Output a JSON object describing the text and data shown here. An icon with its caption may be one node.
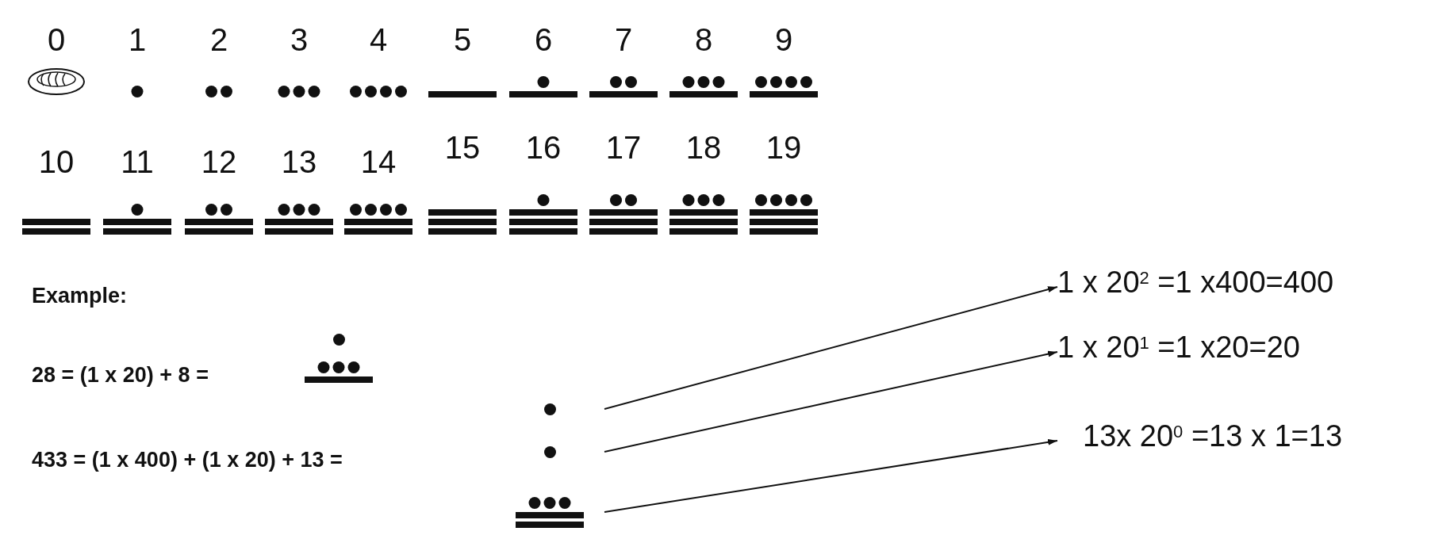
{
  "diagram": {
    "nodes": [
      {
        "text": [],
        "shape": "circle"
      },
      {
        "text": [],
        "shape": "circle"
      },
      {
        "text": [],
        "shape": "picture"
      },
      {
        "text": [
          "1 x 20$^{2}$ =1 x400=400"
        ]
      },
      {
        "text": [
          "1 x 20$^{1}$ =1 x20=20"
        ]
      },
      {
        "text": [
          "13x 20$^{0}$ =13 x 1=13"
        ]
      }
    ],
    "edges": [
      {
        "from": 0,
        "to": 3,
        "arrow": "to"
      },
      {
        "from": 1,
        "to": 4,
        "arrow": "to"
      },
      {
        "from": 2,
        "to": 5,
        "arrow": "to"
      }
    ],
    "labels": [
      "0",
      "1",
      "2",
      "3",
      "4",
      "5",
      "6",
      "7",
      "8",
      "9",
      "10",
      "11",
      "12",
      "13",
      "14",
      "15",
      "16",
      "17",
      "18",
      "19",
      "Example:",
      "28 = (1 x 20) + 8 =",
      "433 = (1 x 400) + (1 x 20) + 13 ="
    ]
  }
}
